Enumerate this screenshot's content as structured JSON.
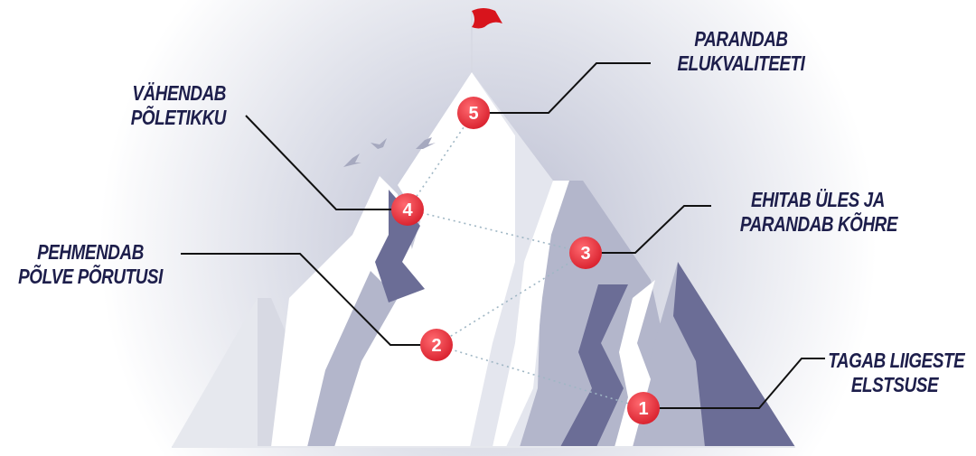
{
  "steps": [
    {
      "number": "1",
      "label_line1": "TAGAB LIIGESTE",
      "label_line2": "ELSTSUSE"
    },
    {
      "number": "2",
      "label_line1": "PEHMENDAB",
      "label_line2": "PÕLVE PÕRUTUSI"
    },
    {
      "number": "3",
      "label_line1": "EHITAB ÜLES JA",
      "label_line2": "PARANDAB KÕHRE"
    },
    {
      "number": "4",
      "label_line1": "VÄHENDAB",
      "label_line2": "PÕLETIKKU"
    },
    {
      "number": "5",
      "label_line1": "PARANDAB",
      "label_line2": "ELUKVALITEETI"
    }
  ],
  "colors": {
    "marker": "#e8343f",
    "flag": "#d8141c",
    "navy": "#6b6d96",
    "gray": "#b3b6cb",
    "text": "#1d1e4b"
  }
}
